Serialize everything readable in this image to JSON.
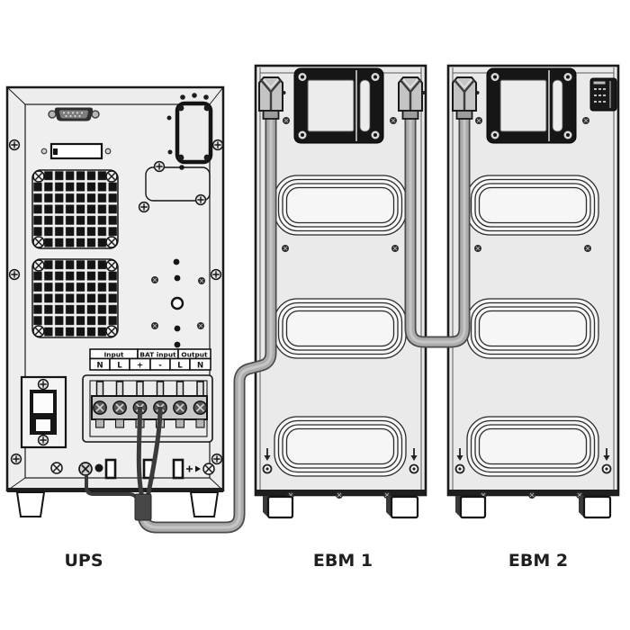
{
  "diagram": {
    "labels": {
      "ups": "UPS",
      "ebm1": "EBM 1",
      "ebm2": "EBM 2"
    }
  },
  "ups": {
    "terminal_block": {
      "groups": [
        "Input",
        "BAT input",
        "Output"
      ],
      "terminals": [
        "N",
        "L",
        "+",
        "-",
        "L",
        "N"
      ]
    }
  },
  "colors": {
    "background": "#ffffff",
    "line": "#1a1a1a",
    "panel_fill": "#ececec",
    "dark_panel": "#161616",
    "cable_core": "#acacac",
    "cable_outline": "#4a4a4a",
    "cable_highlight": "#c6c6c6",
    "wire": "#3a3a3a",
    "label_text": "#1f1f1f"
  }
}
